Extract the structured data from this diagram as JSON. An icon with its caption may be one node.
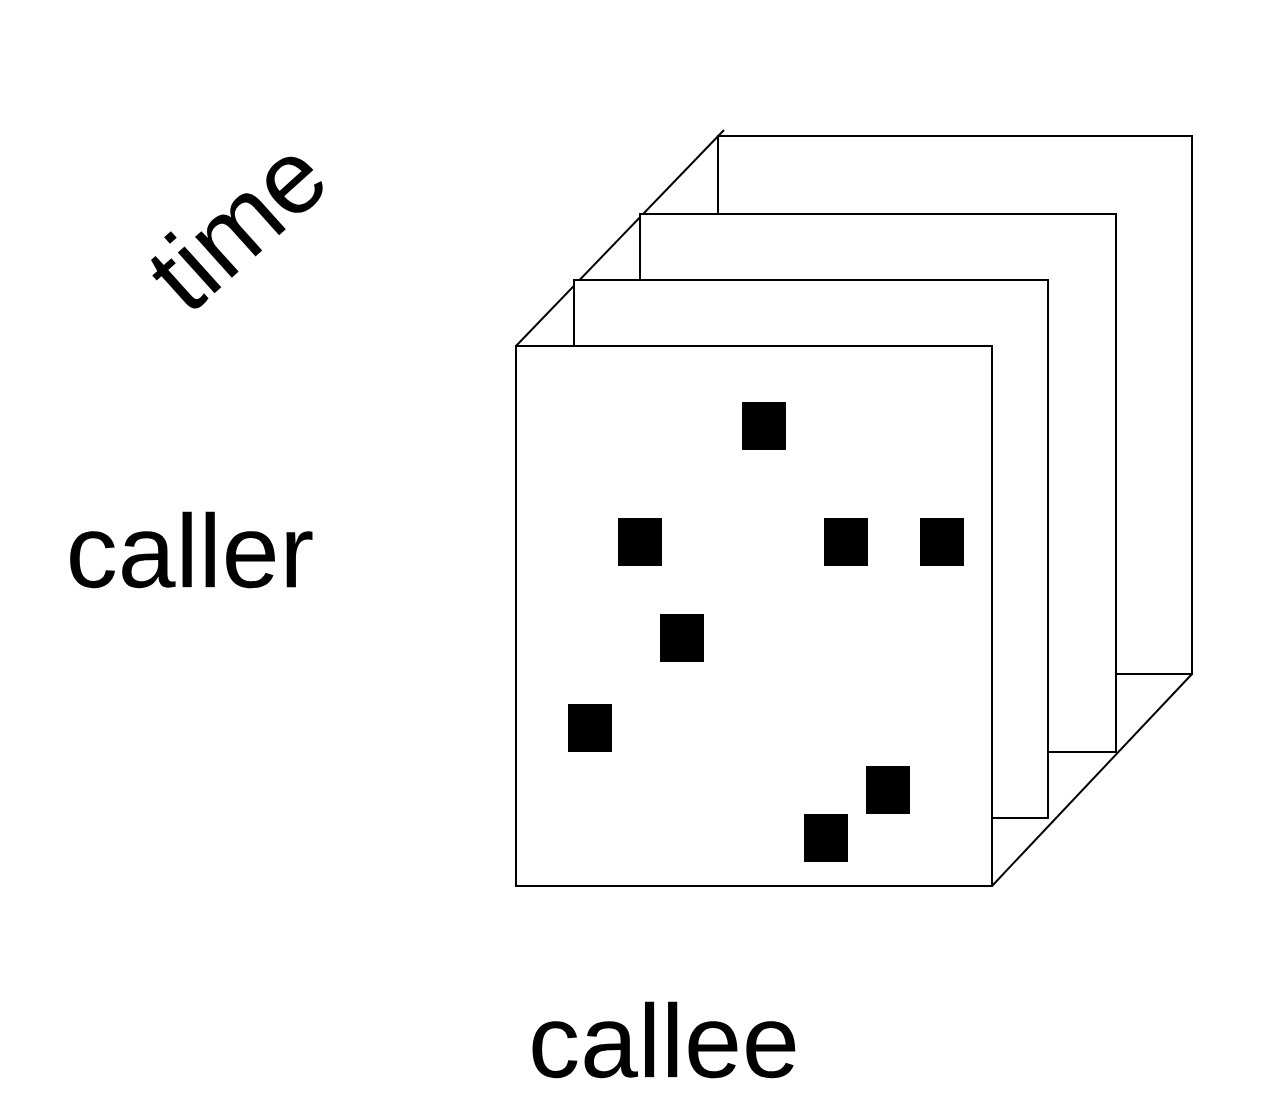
{
  "diagram": {
    "labels": [
      "time",
      "caller",
      "callee"
    ]
  }
}
